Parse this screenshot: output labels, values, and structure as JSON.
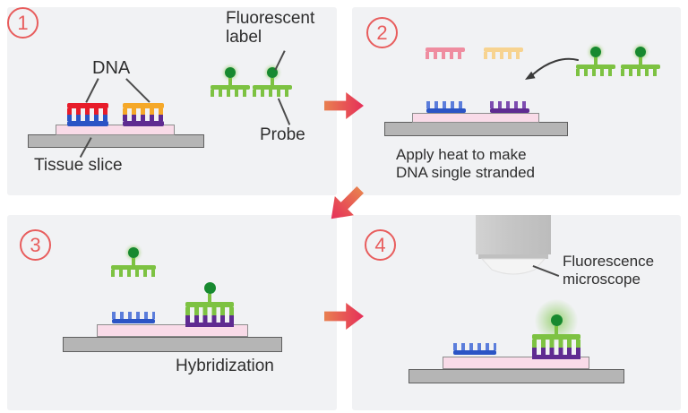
{
  "colors": {
    "panel-bg": "#f1f2f4",
    "badge": "#e85d5d",
    "arrow-from": "#e88050",
    "arrow-to": "#e62e59",
    "dna-red": "#e71c2a",
    "dna-blue": "#2b54c5",
    "dna-blue-lt": "#5b7ddb",
    "dna-orange": "#f5a829",
    "dna-purple": "#5f2b91",
    "dna-purple-lt": "#7d4cb0",
    "strand-pink": "#ef8da0",
    "strand-yellow": "#f7d390",
    "probe-green": "#7dc242",
    "probe-dot": "#17892f",
    "tissue": "#f9dbe8",
    "slide": "#b5b5b5",
    "text": "#2e2e2e",
    "line": "#4c4c4c"
  },
  "steps": [
    {
      "number": "1",
      "labels": {
        "dna": "DNA",
        "tissue": "Tissue slice",
        "fluorescent_lines": [
          "Fluorescent",
          "label"
        ],
        "probe": "Probe"
      }
    },
    {
      "number": "2",
      "caption_lines": [
        "Apply heat to make",
        "DNA single stranded"
      ]
    },
    {
      "number": "3",
      "caption": "Hybridization"
    },
    {
      "number": "4",
      "label_lines": [
        "Fluorescence",
        "microscope"
      ]
    }
  ]
}
